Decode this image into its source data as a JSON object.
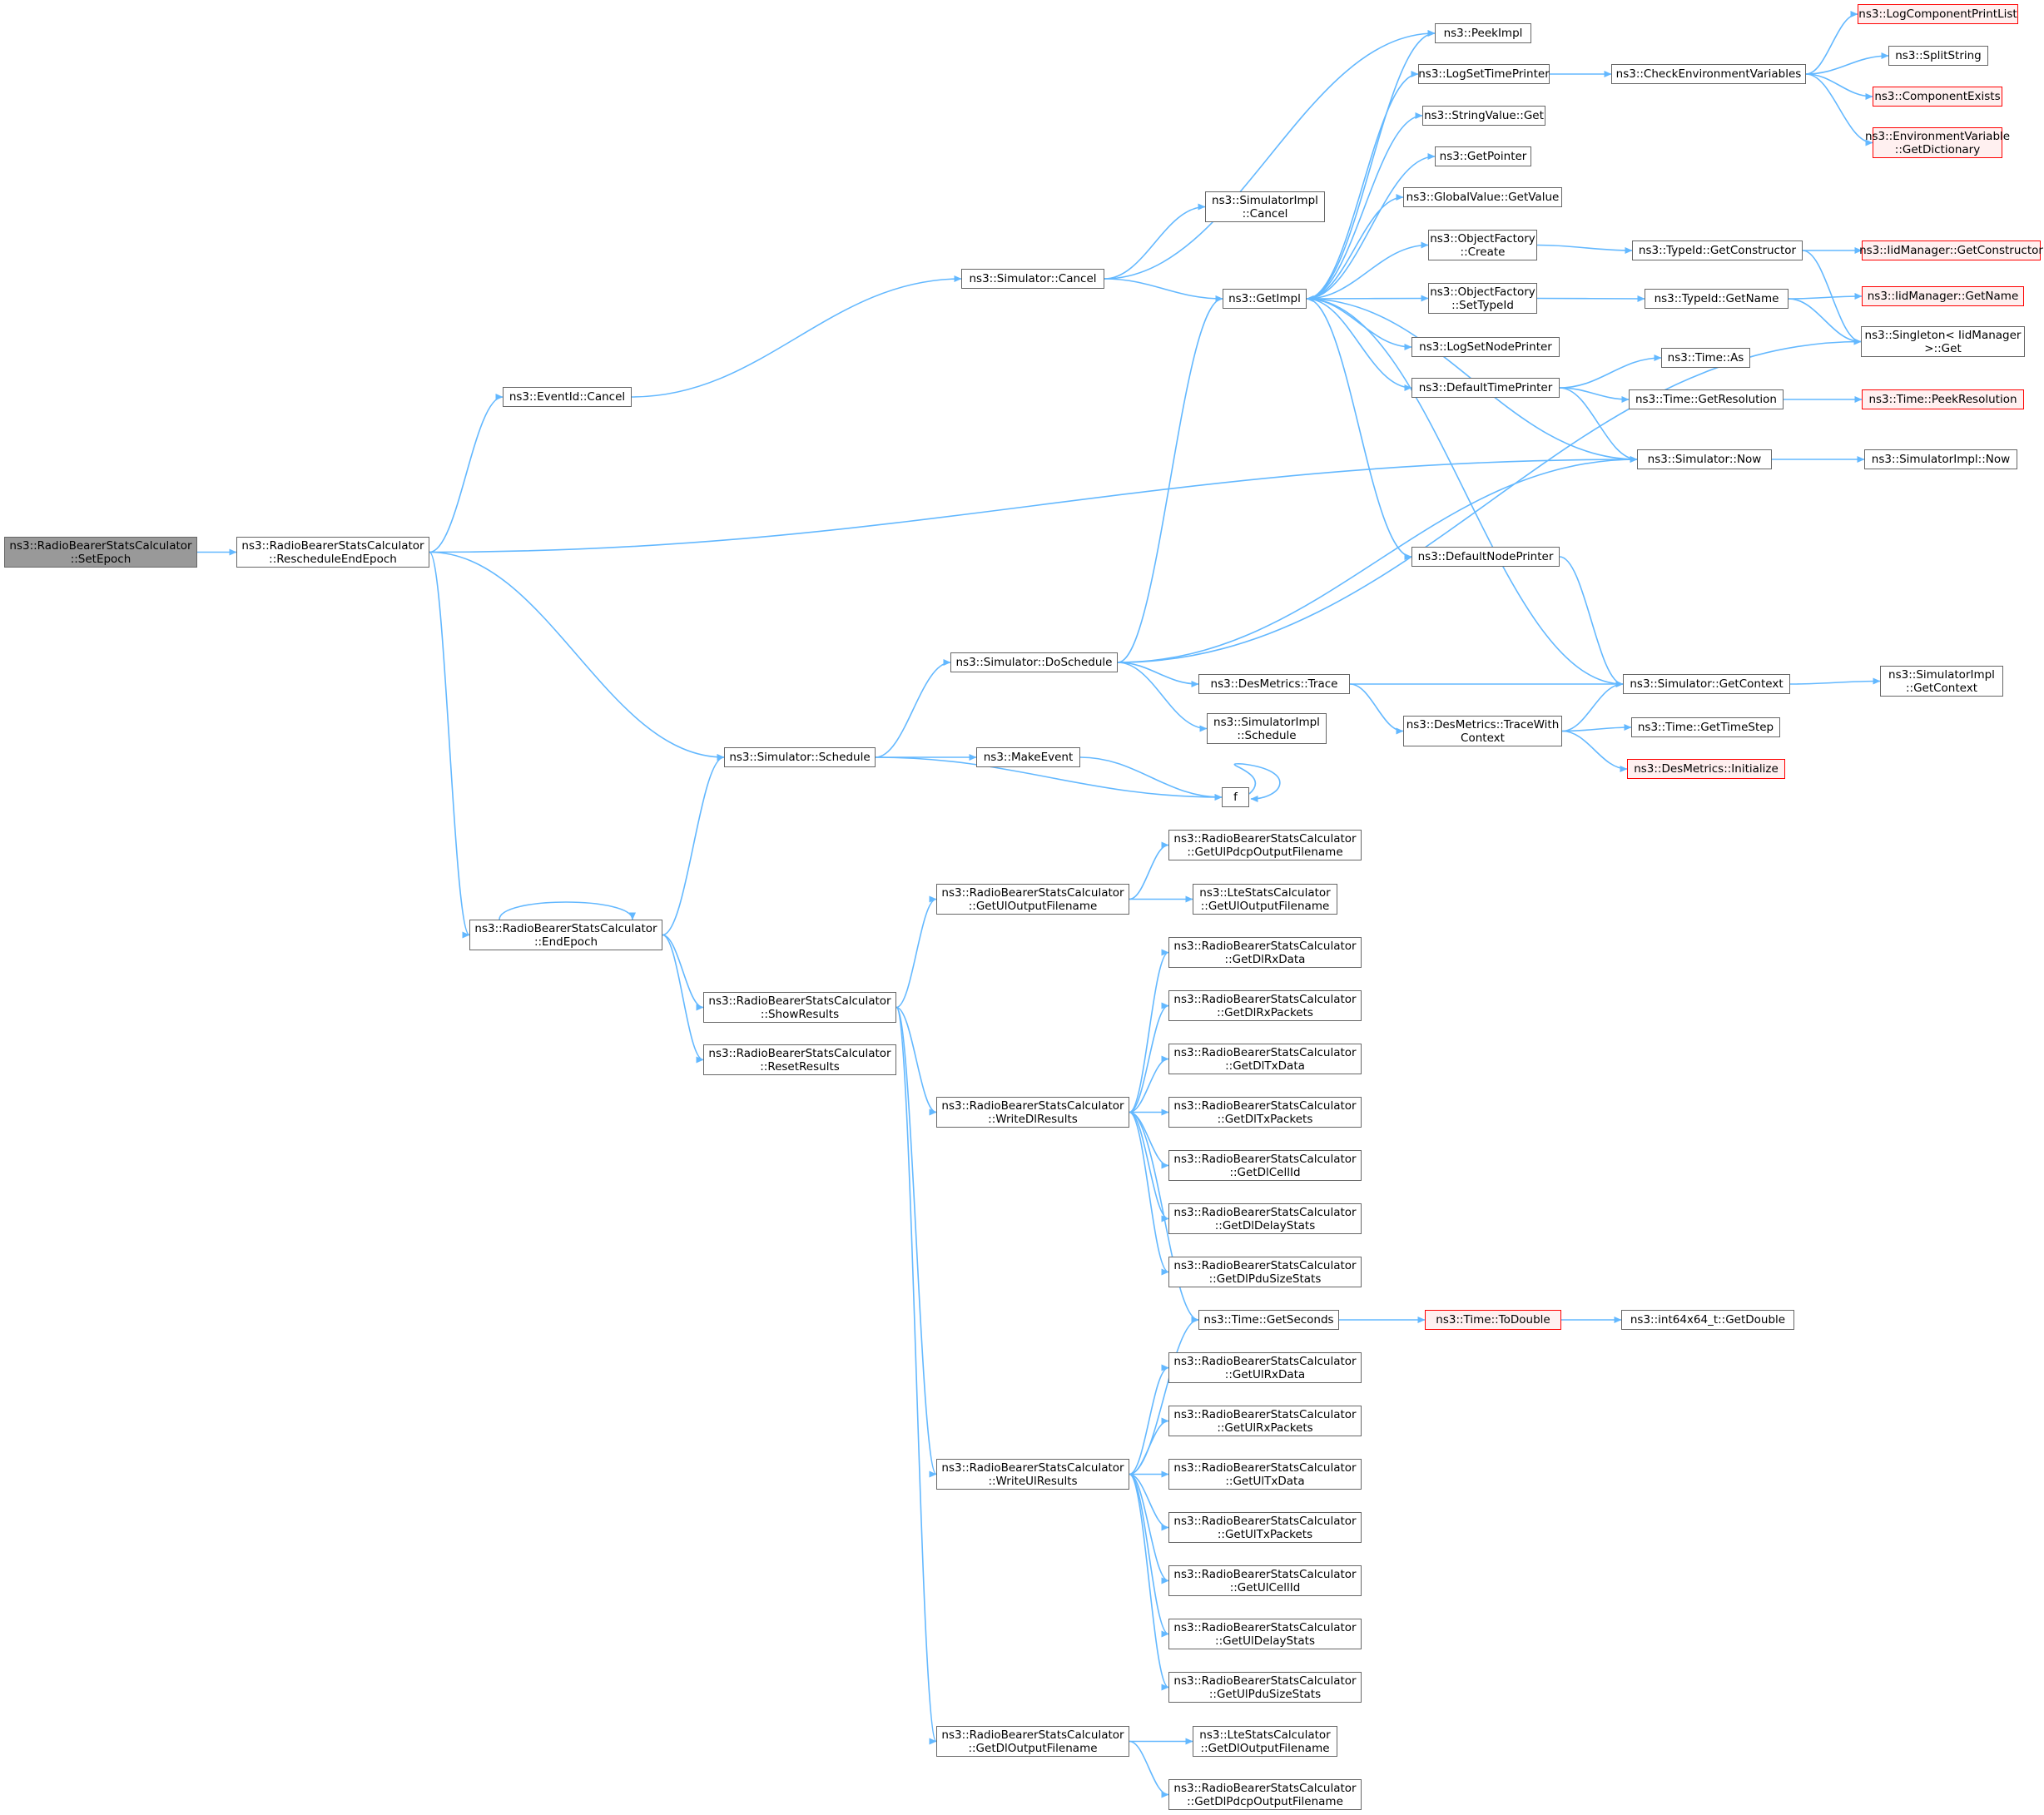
{
  "colors": {
    "edge": "#63b8ff",
    "node_border": "#666666",
    "truncated_border": "#ff0000",
    "truncated_fill": "#fff0f0",
    "root_fill": "#999999"
  },
  "nodes": [
    {
      "id": "root",
      "lines": [
        "ns3::RadioBearerStatsCalculator",
        "::SetEpoch"
      ]
    },
    {
      "id": "reschedule",
      "lines": [
        "ns3::RadioBearerStatsCalculator",
        "::RescheduleEndEpoch"
      ]
    },
    {
      "id": "eventid_cancel",
      "lines": [
        "ns3::EventId::Cancel"
      ]
    },
    {
      "id": "endepoch",
      "lines": [
        "ns3::RadioBearerStatsCalculator",
        "::EndEpoch"
      ]
    },
    {
      "id": "sim_cancel",
      "lines": [
        "ns3::Simulator::Cancel"
      ]
    },
    {
      "id": "simimpl_cancel",
      "lines": [
        "ns3::SimulatorImpl",
        "::Cancel"
      ]
    },
    {
      "id": "getimpl",
      "lines": [
        "ns3::GetImpl"
      ]
    },
    {
      "id": "sim_schedule",
      "lines": [
        "ns3::Simulator::Schedule"
      ]
    },
    {
      "id": "doschedule",
      "lines": [
        "ns3::Simulator::DoSchedule"
      ]
    },
    {
      "id": "makeevent",
      "lines": [
        "ns3::MakeEvent"
      ]
    },
    {
      "id": "f",
      "lines": [
        "f"
      ]
    },
    {
      "id": "showresults",
      "lines": [
        "ns3::RadioBearerStatsCalculator",
        "::ShowResults"
      ]
    },
    {
      "id": "resetresults",
      "lines": [
        "ns3::RadioBearerStatsCalculator",
        "::ResetResults"
      ]
    },
    {
      "id": "peekimpl",
      "lines": [
        "ns3::PeekImpl"
      ]
    },
    {
      "id": "logsettimeprinter",
      "lines": [
        "ns3::LogSetTimePrinter"
      ]
    },
    {
      "id": "stringvalue_get",
      "lines": [
        "ns3::StringValue::Get"
      ]
    },
    {
      "id": "getpointer",
      "lines": [
        "ns3::GetPointer"
      ]
    },
    {
      "id": "globalvalue_getvalue",
      "lines": [
        "ns3::GlobalValue::GetValue"
      ]
    },
    {
      "id": "objfactory_create",
      "lines": [
        "ns3::ObjectFactory",
        "::Create"
      ]
    },
    {
      "id": "objfactory_settypeid",
      "lines": [
        "ns3::ObjectFactory",
        "::SetTypeId"
      ]
    },
    {
      "id": "logsetnodeprinter",
      "lines": [
        "ns3::LogSetNodePrinter"
      ]
    },
    {
      "id": "defaulttimeprinter",
      "lines": [
        "ns3::DefaultTimePrinter"
      ]
    },
    {
      "id": "defaultnodeprinter",
      "lines": [
        "ns3::DefaultNodePrinter"
      ]
    },
    {
      "id": "desmetrics_trace",
      "lines": [
        "ns3::DesMetrics::Trace"
      ]
    },
    {
      "id": "simimpl_schedule",
      "lines": [
        "ns3::SimulatorImpl",
        "::Schedule"
      ]
    },
    {
      "id": "desmetrics_tracewithcontext",
      "lines": [
        "ns3::DesMetrics::TraceWith",
        "Context"
      ]
    },
    {
      "id": "checkenv",
      "lines": [
        "ns3::CheckEnvironmentVariables"
      ]
    },
    {
      "id": "typeid_getconstructor",
      "lines": [
        "ns3::TypeId::GetConstructor"
      ]
    },
    {
      "id": "typeid_getname",
      "lines": [
        "ns3::TypeId::GetName"
      ]
    },
    {
      "id": "time_as",
      "lines": [
        "ns3::Time::As"
      ]
    },
    {
      "id": "time_getresolution",
      "lines": [
        "ns3::Time::GetResolution"
      ]
    },
    {
      "id": "sim_now",
      "lines": [
        "ns3::Simulator::Now"
      ]
    },
    {
      "id": "sim_getcontext",
      "lines": [
        "ns3::Simulator::GetContext"
      ]
    },
    {
      "id": "time_gettimestep",
      "lines": [
        "ns3::Time::GetTimeStep"
      ]
    },
    {
      "id": "desmetrics_initialize",
      "lines": [
        "ns3::DesMetrics::Initialize"
      ]
    },
    {
      "id": "logcomponentprintlist",
      "lines": [
        "ns3::LogComponentPrintList"
      ]
    },
    {
      "id": "splitstring",
      "lines": [
        "ns3::SplitString"
      ]
    },
    {
      "id": "componentexists",
      "lines": [
        "ns3::ComponentExists"
      ]
    },
    {
      "id": "envvar_getdictionary",
      "lines": [
        "ns3::EnvironmentVariable",
        "::GetDictionary"
      ]
    },
    {
      "id": "iidmanager_getconstructor",
      "lines": [
        "ns3::IidManager::GetConstructor"
      ]
    },
    {
      "id": "iidmanager_getname",
      "lines": [
        "ns3::IidManager::GetName"
      ]
    },
    {
      "id": "singleton_get",
      "lines": [
        "ns3::Singleton< IidManager",
        ">::Get"
      ]
    },
    {
      "id": "time_peekresolution",
      "lines": [
        "ns3::Time::PeekResolution"
      ]
    },
    {
      "id": "simimpl_now",
      "lines": [
        "ns3::SimulatorImpl::Now"
      ]
    },
    {
      "id": "simimpl_getcontext",
      "lines": [
        "ns3::SimulatorImpl",
        "::GetContext"
      ]
    },
    {
      "id": "getuloutputfilename",
      "lines": [
        "ns3::RadioBearerStatsCalculator",
        "::GetUlOutputFilename"
      ]
    },
    {
      "id": "getulpdcpoutputfilename",
      "lines": [
        "ns3::RadioBearerStatsCalculator",
        "::GetUlPdcpOutputFilename"
      ]
    },
    {
      "id": "lte_getuloutputfilename",
      "lines": [
        "ns3::LteStatsCalculator",
        "::GetUlOutputFilename"
      ]
    },
    {
      "id": "writedlresults",
      "lines": [
        "ns3::RadioBearerStatsCalculator",
        "::WriteDlResults"
      ]
    },
    {
      "id": "getdlrxdata",
      "lines": [
        "ns3::RadioBearerStatsCalculator",
        "::GetDlRxData"
      ]
    },
    {
      "id": "getdlrxpackets",
      "lines": [
        "ns3::RadioBearerStatsCalculator",
        "::GetDlRxPackets"
      ]
    },
    {
      "id": "getdltxdata",
      "lines": [
        "ns3::RadioBearerStatsCalculator",
        "::GetDlTxData"
      ]
    },
    {
      "id": "getdltxpackets",
      "lines": [
        "ns3::RadioBearerStatsCalculator",
        "::GetDlTxPackets"
      ]
    },
    {
      "id": "getdlcellid",
      "lines": [
        "ns3::RadioBearerStatsCalculator",
        "::GetDlCellId"
      ]
    },
    {
      "id": "getdldelaystats",
      "lines": [
        "ns3::RadioBearerStatsCalculator",
        "::GetDlDelayStats"
      ]
    },
    {
      "id": "getdlpdusizestats",
      "lines": [
        "ns3::RadioBearerStatsCalculator",
        "::GetDlPduSizeStats"
      ]
    },
    {
      "id": "time_getseconds",
      "lines": [
        "ns3::Time::GetSeconds"
      ]
    },
    {
      "id": "time_todouble",
      "lines": [
        "ns3::Time::ToDouble"
      ]
    },
    {
      "id": "int64x64_getdouble",
      "lines": [
        "ns3::int64x64_t::GetDouble"
      ]
    },
    {
      "id": "getulrxdata",
      "lines": [
        "ns3::RadioBearerStatsCalculator",
        "::GetUlRxData"
      ]
    },
    {
      "id": "getulrxpackets",
      "lines": [
        "ns3::RadioBearerStatsCalculator",
        "::GetUlRxPackets"
      ]
    },
    {
      "id": "writeulresults",
      "lines": [
        "ns3::RadioBearerStatsCalculator",
        "::WriteUlResults"
      ]
    },
    {
      "id": "getultxdata",
      "lines": [
        "ns3::RadioBearerStatsCalculator",
        "::GetUlTxData"
      ]
    },
    {
      "id": "getultxpackets",
      "lines": [
        "ns3::RadioBearerStatsCalculator",
        "::GetUlTxPackets"
      ]
    },
    {
      "id": "getulcellid",
      "lines": [
        "ns3::RadioBearerStatsCalculator",
        "::GetUlCellId"
      ]
    },
    {
      "id": "getuldelaystats",
      "lines": [
        "ns3::RadioBearerStatsCalculator",
        "::GetUlDelayStats"
      ]
    },
    {
      "id": "getulpdusizestats",
      "lines": [
        "ns3::RadioBearerStatsCalculator",
        "::GetUlPduSizeStats"
      ]
    },
    {
      "id": "getdloutputfilename",
      "lines": [
        "ns3::RadioBearerStatsCalculator",
        "::GetDlOutputFilename"
      ]
    },
    {
      "id": "lte_getdloutputfilename",
      "lines": [
        "ns3::LteStatsCalculator",
        "::GetDlOutputFilename"
      ]
    },
    {
      "id": "getdlpdcpoutputfilename",
      "lines": [
        "ns3::RadioBearerStatsCalculator",
        "::GetDlPdcpOutputFilename"
      ]
    }
  ],
  "edges": [
    [
      "root",
      "reschedule"
    ],
    [
      "reschedule",
      "eventid_cancel"
    ],
    [
      "reschedule",
      "sim_now"
    ],
    [
      "reschedule",
      "sim_schedule"
    ],
    [
      "reschedule",
      "endepoch"
    ],
    [
      "eventid_cancel",
      "sim_cancel"
    ],
    [
      "sim_cancel",
      "simimpl_cancel"
    ],
    [
      "sim_cancel",
      "peekimpl"
    ],
    [
      "sim_cancel",
      "getimpl"
    ],
    [
      "getimpl",
      "peekimpl"
    ],
    [
      "getimpl",
      "logsettimeprinter"
    ],
    [
      "getimpl",
      "stringvalue_get"
    ],
    [
      "getimpl",
      "getpointer"
    ],
    [
      "getimpl",
      "globalvalue_getvalue"
    ],
    [
      "getimpl",
      "objfactory_create"
    ],
    [
      "getimpl",
      "objfactory_settypeid"
    ],
    [
      "getimpl",
      "logsetnodeprinter"
    ],
    [
      "getimpl",
      "defaulttimeprinter"
    ],
    [
      "getimpl",
      "defaultnodeprinter"
    ],
    [
      "logsettimeprinter",
      "checkenv"
    ],
    [
      "checkenv",
      "logcomponentprintlist"
    ],
    [
      "checkenv",
      "splitstring"
    ],
    [
      "checkenv",
      "componentexists"
    ],
    [
      "checkenv",
      "envvar_getdictionary"
    ],
    [
      "objfactory_create",
      "typeid_getconstructor"
    ],
    [
      "typeid_getconstructor",
      "iidmanager_getconstructor"
    ],
    [
      "typeid_getconstructor",
      "singleton_get"
    ],
    [
      "objfactory_settypeid",
      "typeid_getname"
    ],
    [
      "typeid_getname",
      "iidmanager_getname"
    ],
    [
      "typeid_getname",
      "singleton_get"
    ],
    [
      "defaulttimeprinter",
      "time_as"
    ],
    [
      "defaulttimeprinter",
      "time_getresolution"
    ],
    [
      "defaulttimeprinter",
      "sim_now"
    ],
    [
      "time_getresolution",
      "time_peekresolution"
    ],
    [
      "sim_now",
      "getimpl"
    ],
    [
      "sim_now",
      "simimpl_now"
    ],
    [
      "defaultnodeprinter",
      "sim_getcontext"
    ],
    [
      "sim_getcontext",
      "getimpl"
    ],
    [
      "sim_getcontext",
      "simimpl_getcontext"
    ],
    [
      "sim_schedule",
      "doschedule"
    ],
    [
      "sim_schedule",
      "makeevent"
    ],
    [
      "sim_schedule",
      "f"
    ],
    [
      "makeevent",
      "f"
    ],
    [
      "f",
      "f"
    ],
    [
      "doschedule",
      "getimpl"
    ],
    [
      "doschedule",
      "sim_now"
    ],
    [
      "doschedule",
      "singleton_get"
    ],
    [
      "doschedule",
      "desmetrics_trace"
    ],
    [
      "doschedule",
      "simimpl_schedule"
    ],
    [
      "desmetrics_trace",
      "sim_getcontext"
    ],
    [
      "desmetrics_trace",
      "desmetrics_tracewithcontext"
    ],
    [
      "desmetrics_tracewithcontext",
      "sim_getcontext"
    ],
    [
      "desmetrics_tracewithcontext",
      "time_gettimestep"
    ],
    [
      "desmetrics_tracewithcontext",
      "desmetrics_initialize"
    ],
    [
      "endepoch",
      "endepoch"
    ],
    [
      "endepoch",
      "sim_schedule"
    ],
    [
      "endepoch",
      "showresults"
    ],
    [
      "endepoch",
      "resetresults"
    ],
    [
      "showresults",
      "getuloutputfilename"
    ],
    [
      "showresults",
      "writedlresults"
    ],
    [
      "showresults",
      "writeulresults"
    ],
    [
      "showresults",
      "getdloutputfilename"
    ],
    [
      "getuloutputfilename",
      "getulpdcpoutputfilename"
    ],
    [
      "getuloutputfilename",
      "lte_getuloutputfilename"
    ],
    [
      "writedlresults",
      "getdlrxdata"
    ],
    [
      "writedlresults",
      "getdlrxpackets"
    ],
    [
      "writedlresults",
      "getdltxdata"
    ],
    [
      "writedlresults",
      "getdltxpackets"
    ],
    [
      "writedlresults",
      "getdlcellid"
    ],
    [
      "writedlresults",
      "getdldelaystats"
    ],
    [
      "writedlresults",
      "getdlpdusizestats"
    ],
    [
      "writedlresults",
      "time_getseconds"
    ],
    [
      "time_getseconds",
      "time_todouble"
    ],
    [
      "time_todouble",
      "int64x64_getdouble"
    ],
    [
      "writeulresults",
      "time_getseconds"
    ],
    [
      "writeulresults",
      "getulrxdata"
    ],
    [
      "writeulresults",
      "getulrxpackets"
    ],
    [
      "writeulresults",
      "getultxdata"
    ],
    [
      "writeulresults",
      "getultxpackets"
    ],
    [
      "writeulresults",
      "getulcellid"
    ],
    [
      "writeulresults",
      "getuldelaystats"
    ],
    [
      "writeulresults",
      "getulpdusizestats"
    ],
    [
      "getdloutputfilename",
      "lte_getdloutputfilename"
    ],
    [
      "getdloutputfilename",
      "getdlpdcpoutputfilename"
    ]
  ]
}
